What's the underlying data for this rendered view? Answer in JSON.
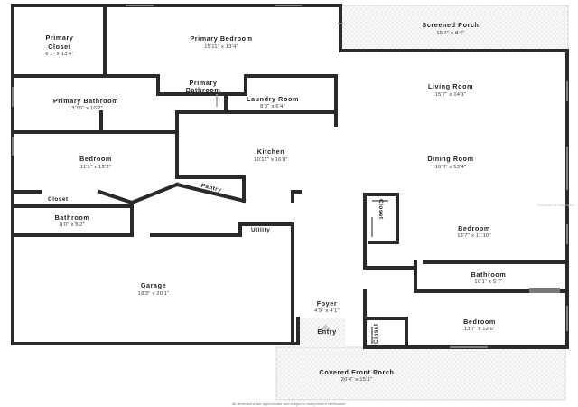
{
  "rooms": {
    "primary_closet": {
      "name": "Primary Closet",
      "line1": "Primary",
      "line2": "Closet",
      "dims": "6'1\" x 13'4\""
    },
    "primary_bedroom": {
      "name": "Primary Bedroom",
      "dims": "15'11\" x 13'4\""
    },
    "screened_porch": {
      "name": "Screened Porch",
      "dims": "15'7\" x 8'4\""
    },
    "primary_bathroom": {
      "name": "Primary Bathroom",
      "dims": "13'10\" x 10'2\""
    },
    "primary_bathroom_small": {
      "line1": "Primary",
      "line2": "Bathroom"
    },
    "laundry_room": {
      "name": "Laundry Room",
      "dims": "8'3\" x 6'4\""
    },
    "living_room": {
      "name": "Living Room",
      "dims": "15'7\" x 14'1\""
    },
    "bedroom_1": {
      "name": "Bedroom",
      "dims": "11'1\" x 12'3\""
    },
    "kitchen": {
      "name": "Kitchen",
      "dims": "10'11\" x 16'8\""
    },
    "dining_room": {
      "name": "Dining Room",
      "dims": "16'0\" x 13'4\""
    },
    "closet_left": {
      "name": "Closet"
    },
    "pantry": {
      "name": "Pantry"
    },
    "bathroom_left": {
      "name": "Bathroom",
      "dims": "8'0\" x 5'2\""
    },
    "closet_mid": {
      "name": "Closet"
    },
    "bedroom_2": {
      "name": "Bedroom",
      "dims": "13'7\" x 11'10\""
    },
    "utility": {
      "name": "Utility"
    },
    "bathroom_right": {
      "name": "Bathroom",
      "dims": "10'1\" x 5'7\""
    },
    "garage": {
      "name": "Garage",
      "dims": "19'3\" x 20'1\""
    },
    "foyer": {
      "name": "Foyer",
      "dims": "4'9\" x 4'1\""
    },
    "entry": {
      "name": "Entry"
    },
    "bedroom_3": {
      "name": "Bedroom",
      "dims": "13'7\" x 12'0\""
    },
    "closet_bottom": {
      "name": "Closet"
    },
    "covered_front_porch": {
      "name": "Covered Front Porch",
      "dims": "20'4\" x 15'1\""
    }
  },
  "footnote": "All dimensions are approximate and subject to independent verification.",
  "watermark": "Floorplan by Matterport"
}
